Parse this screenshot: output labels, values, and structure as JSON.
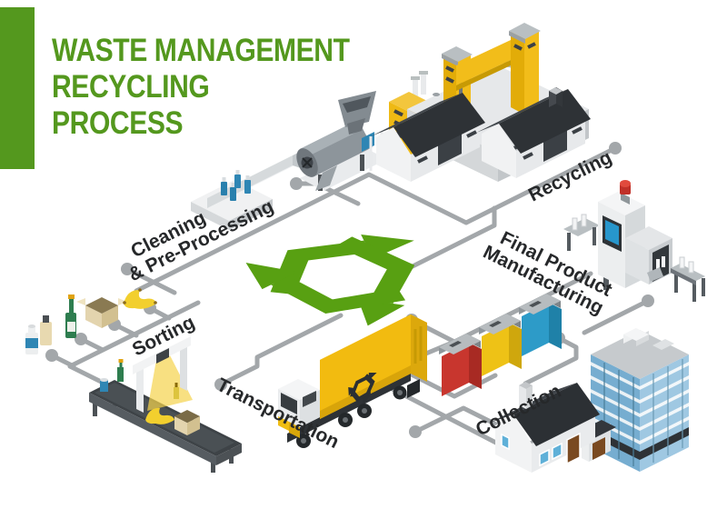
{
  "title": {
    "lines": [
      "WASTE MANAGEMENT",
      "RECYCLING",
      "PROCESS"
    ]
  },
  "stages": [
    {
      "id": "cleaning",
      "label": "Cleaning & Pre-Processing",
      "lines": [
        "Cleaning",
        "& Pre-Processing"
      ],
      "icon": "washing-conveyor-icon"
    },
    {
      "id": "recycling",
      "label": "Recycling",
      "lines": [
        "Recycling"
      ],
      "icon": "recycling-plant-icon"
    },
    {
      "id": "final-product-manufacturing",
      "label": "Final Product Manufacturing",
      "lines": [
        "Final Product",
        "Manufacturing"
      ],
      "icon": "manufacturing-machine-icon"
    },
    {
      "id": "collection",
      "label": "Collection",
      "lines": [
        "Collection"
      ],
      "icon": "waste-bins-icon"
    },
    {
      "id": "transportation",
      "label": "Transportation",
      "lines": [
        "Transportation"
      ],
      "icon": "garbage-truck-icon"
    },
    {
      "id": "sorting",
      "label": "Sorting",
      "lines": [
        "Sorting"
      ],
      "icon": "sorting-conveyor-icon"
    }
  ],
  "center": {
    "icon": "recycling-arrows-logo"
  },
  "colors": {
    "accent_green": "#54981e",
    "logo_green": "#58a012",
    "connector_gray": "#a3a7aa",
    "label_dark": "#26282a",
    "factory_yellow": "#f2bb10",
    "bin_red": "#c8362e",
    "bin_yellow": "#eec216",
    "bin_blue": "#2d9bc8",
    "machine_gray": "#8d959b",
    "roof_dark": "#33373c",
    "glass_blue": "#7fb3d4"
  }
}
